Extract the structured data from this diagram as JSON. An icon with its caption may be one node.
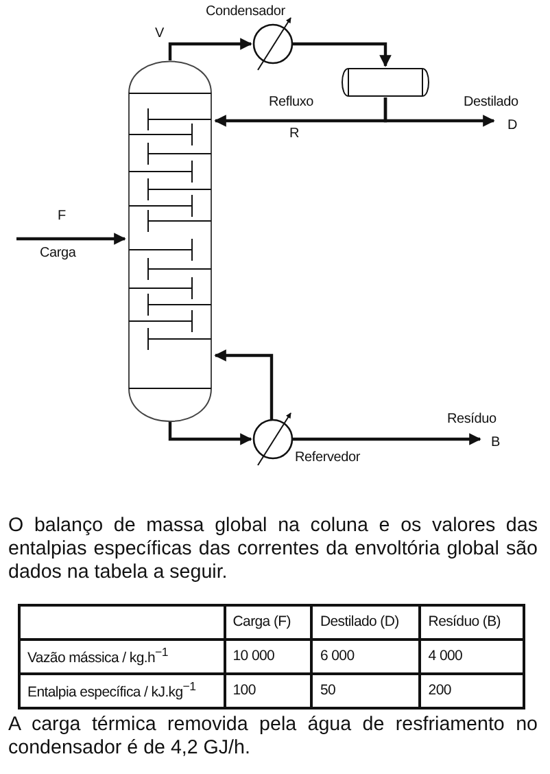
{
  "diagram": {
    "nodes": [
      {
        "text": [],
        "shape": "column"
      },
      {
        "text": [],
        "shape": "circle",
        "beside": [
          "Condensador"
        ]
      },
      {
        "text": [],
        "shape": "cylinder"
      },
      {
        "text": [],
        "shape": "circle",
        "beside": [
          "Refervedor"
        ]
      },
      {
        "text": [
          "Destilado",
          "D"
        ]
      },
      {
        "text": [
          "Resíduo",
          "B"
        ]
      }
    ],
    "edges": [
      {
        "from": 0,
        "to": 1,
        "arrow": "to"
      },
      {
        "from": 1,
        "to": 2,
        "arrow": "to"
      },
      {
        "from": 2,
        "to": 0,
        "arrow": "to"
      },
      {
        "from": 2,
        "to": 4,
        "arrow": "to"
      },
      {
        "from": null,
        "to": 0,
        "arrow": "to"
      },
      {
        "from": 0,
        "to": 3,
        "arrow": "to"
      },
      {
        "from": 3,
        "to": 0,
        "arrow": "to"
      },
      {
        "from": 3,
        "to": 5,
        "arrow": "to"
      }
    ],
    "labels": [
      "V",
      "Refluxo",
      "R",
      "F",
      "Carga",
      "O balanço de massa global na coluna e os valores das entalpias específicas das correntes da envoltória global são dados na tabela a seguir.",
      "Carga (F)",
      "Destilado (D)",
      "Resíduo (B)",
      "Vazão mássica / kg.h$^{−1}$",
      "10 000",
      "6 000",
      "4 000",
      "Entalpia específica / kJ.kg$^{−1}$",
      "100",
      "50",
      "200",
      "A carga térmica removida pela água de resfriamento no condensador é de 4,2 GJ/h."
    ]
  }
}
